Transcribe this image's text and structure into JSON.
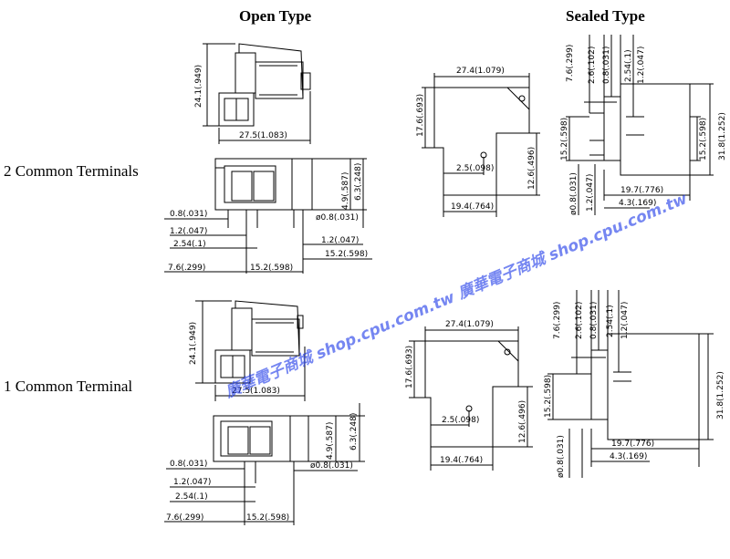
{
  "headings": {
    "open": "Open Type",
    "sealed": "Sealed Type"
  },
  "rows": {
    "two": "2 Common Terminals",
    "one": "1 Common Terminal"
  },
  "watermark": {
    "main": "廣華電子商城 shop.cpu.com.tw 廣華電子商城 shop.cpu.com.tw"
  },
  "dims": {
    "h24": "24.1(.949)",
    "w275": "27.5(1.083)",
    "d49": "4.9(.587)",
    "d63": "6.3(.248)",
    "d08": "0.8(.031)",
    "d08phi": "ø0.8(.031)",
    "d12": "1.2(.047)",
    "d254": "2.54(.1)",
    "d76": "7.6(.299)",
    "d152": "15.2(.598)",
    "w274": "27.4(1.079)",
    "d176": "17.6(.693)",
    "d25": "2.5(.098)",
    "d126": "12.6(.496)",
    "d194": "19.4(.764)",
    "d26": "2.6(.102)",
    "d318": "31.8(1.252)",
    "d197": "19.7(.776)",
    "d43": "4.3(.169)"
  },
  "colors": {
    "line": "#000000",
    "watermark": "#1a36e8"
  }
}
